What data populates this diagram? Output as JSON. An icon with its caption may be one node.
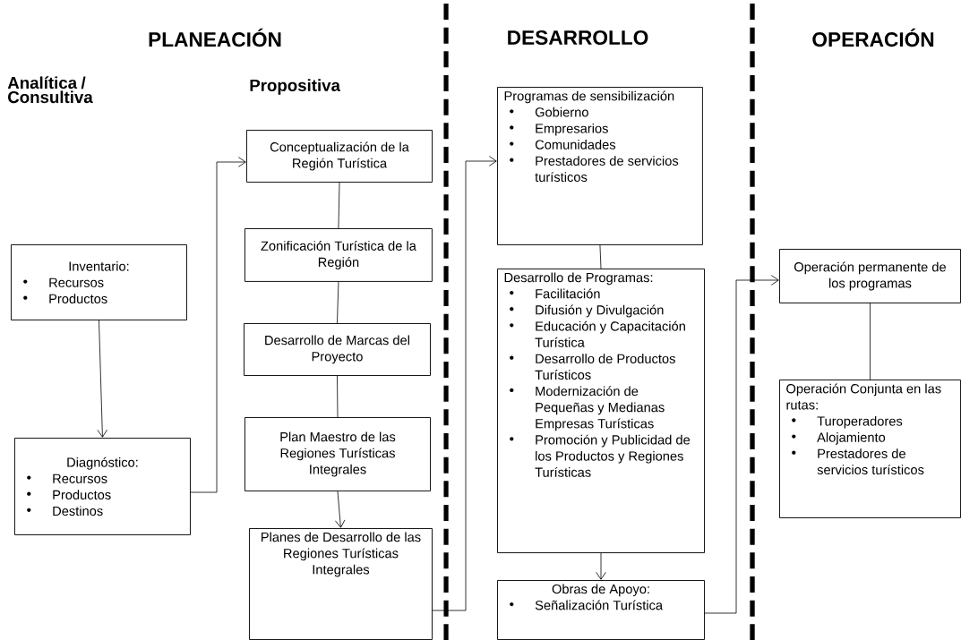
{
  "diagram": {
    "nodes": [
      {
        "text": [
          "Inventario:",
          "Recursos",
          "Productos"
        ]
      },
      {
        "text": [
          "Diagnóstico:",
          "Recursos",
          "Productos",
          "Destinos"
        ]
      },
      {
        "text": [
          "Conceptualización de la Región Turística"
        ]
      },
      {
        "text": [
          "Zonificación Turística de la Región"
        ]
      },
      {
        "text": [
          "Desarrollo de Marcas del Proyecto"
        ]
      },
      {
        "text": [
          "Plan Maestro de las Regiones Turísticas Integrales"
        ]
      },
      {
        "text": [
          "Planes de Desarrollo de las Regiones Turísticas Integrales"
        ]
      },
      {
        "text": [
          "Programas de sensibilización",
          "Gobierno",
          "Empresarios",
          "Comunidades",
          "Prestadores de servicios turísticos"
        ]
      },
      {
        "text": [
          "Desarrollo de Programas:",
          "Facilitación",
          "Difusión y Divulgación",
          "Educación y Capacitación Turística",
          "Desarrollo de Productos Turísticos",
          "Modernización de Pequeñas y Medianas Empresas Turísticas",
          "Promoción y Publicidad de los Productos y Regiones Turísticas"
        ]
      },
      {
        "text": [
          "Obras de Apoyo:",
          "Señalización Turística"
        ]
      },
      {
        "text": [
          "Operación permanente de los programas"
        ]
      },
      {
        "text": [
          "Operación Conjunta en las rutas:",
          "Turoperadores",
          "Alojamiento",
          "Prestadores de servicios turísticos"
        ]
      }
    ],
    "edges": [
      {
        "from": 0,
        "to": 1,
        "arrow": "to"
      },
      {
        "from": 1,
        "to": 2,
        "arrow": "to"
      },
      {
        "from": 2,
        "to": 3,
        "arrow": "none"
      },
      {
        "from": 3,
        "to": 4,
        "arrow": "none"
      },
      {
        "from": 4,
        "to": 5,
        "arrow": "none"
      },
      {
        "from": 5,
        "to": 6,
        "arrow": "to"
      },
      {
        "from": 6,
        "to": 7,
        "arrow": "to"
      },
      {
        "from": 7,
        "to": 8,
        "arrow": "none"
      },
      {
        "from": 8,
        "to": 9,
        "arrow": "to"
      },
      {
        "from": 9,
        "to": 10,
        "arrow": "to"
      },
      {
        "from": 10,
        "to": 11,
        "arrow": "none"
      }
    ],
    "labels": [
      "PLANEACIÓN",
      "DESARROLLO",
      "OPERACIÓN",
      "Analítica / Consultiva",
      "Propositiva"
    ]
  }
}
